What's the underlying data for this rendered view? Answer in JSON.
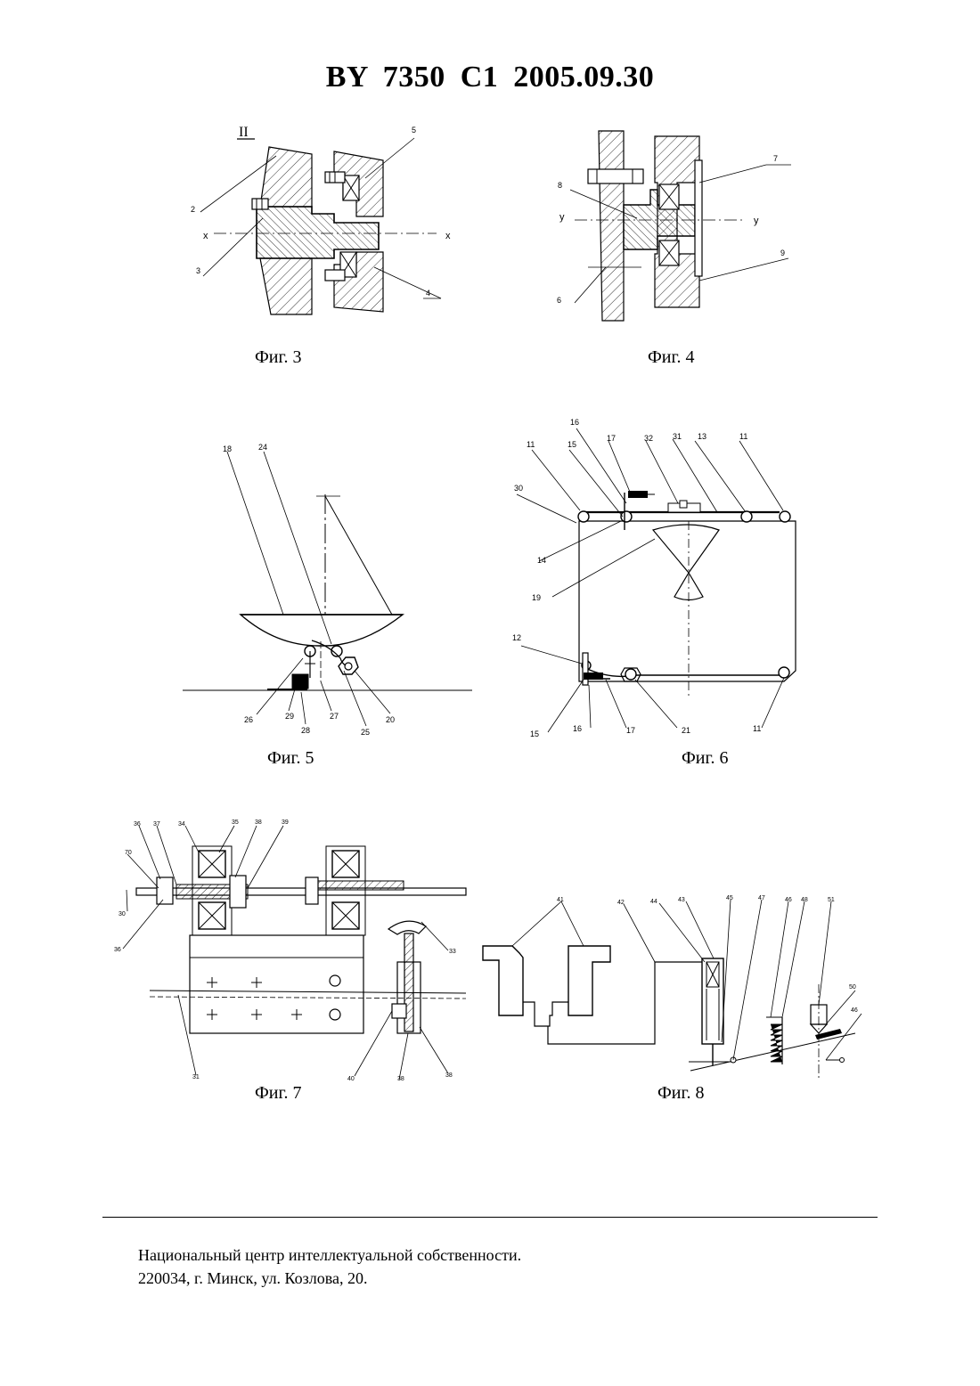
{
  "header": {
    "title": "BY  7350  C1  2005.09.30"
  },
  "figures": {
    "fig3": {
      "caption": "Фиг. 3",
      "section_mark": "II",
      "labels": {
        "l2": "2",
        "l5": "5",
        "lx1": "x",
        "lx2": "x",
        "l3": "3",
        "l4": "4"
      }
    },
    "fig4": {
      "caption": "Фиг. 4",
      "labels": {
        "l8": "8",
        "l7": "7",
        "ly1": "y",
        "ly2": "y",
        "l9": "9",
        "l6": "6"
      }
    },
    "fig5": {
      "caption": "Фиг. 5",
      "labels": {
        "l18": "18",
        "l24": "24",
        "l26": "26",
        "l29": "29",
        "l27": "27",
        "l28": "28",
        "l25": "25",
        "l20": "20"
      }
    },
    "fig6": {
      "caption": "Фиг. 6",
      "labels": {
        "t16": "16",
        "t15": "15",
        "t17": "17",
        "t32": "32",
        "t31": "31",
        "t13": "13",
        "t11a": "11",
        "t11b": "11",
        "t30": "30",
        "t14": "14",
        "t19": "19",
        "t12": "12",
        "b15": "15",
        "b16": "16",
        "b17": "17",
        "b21": "21",
        "b11": "11"
      }
    },
    "fig7": {
      "caption": "Фиг. 7",
      "labels": {
        "l36a": "36",
        "l37": "37",
        "l34": "34",
        "l35": "35",
        "l38a": "38",
        "l39": "39",
        "l70": "70",
        "l30": "30",
        "l36b": "36",
        "l33": "33",
        "l31": "31",
        "l40": "40",
        "l38b": "38",
        "l38c": "38"
      }
    },
    "fig8": {
      "caption": "Фиг. 8",
      "labels": {
        "l41": "41",
        "l42": "42",
        "l44": "44",
        "l43": "43",
        "l45": "45",
        "l47": "47",
        "l46a": "46",
        "l48": "48",
        "l51": "51",
        "l50": "50",
        "l46b": "46"
      }
    }
  },
  "footer": {
    "line1": "Национальный центр интеллектуальной собственности.",
    "line2": "220034, г. Минск, ул. Козлова, 20."
  }
}
